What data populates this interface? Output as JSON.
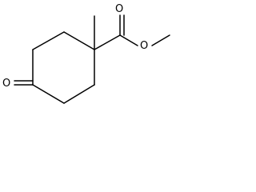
{
  "molecule": {
    "atoms": {
      "carbonyl_oxygen_ring": "O",
      "carbonyl_oxygen_ester": "O",
      "ester_oxygen": "O"
    },
    "bond_color": "#000000"
  }
}
